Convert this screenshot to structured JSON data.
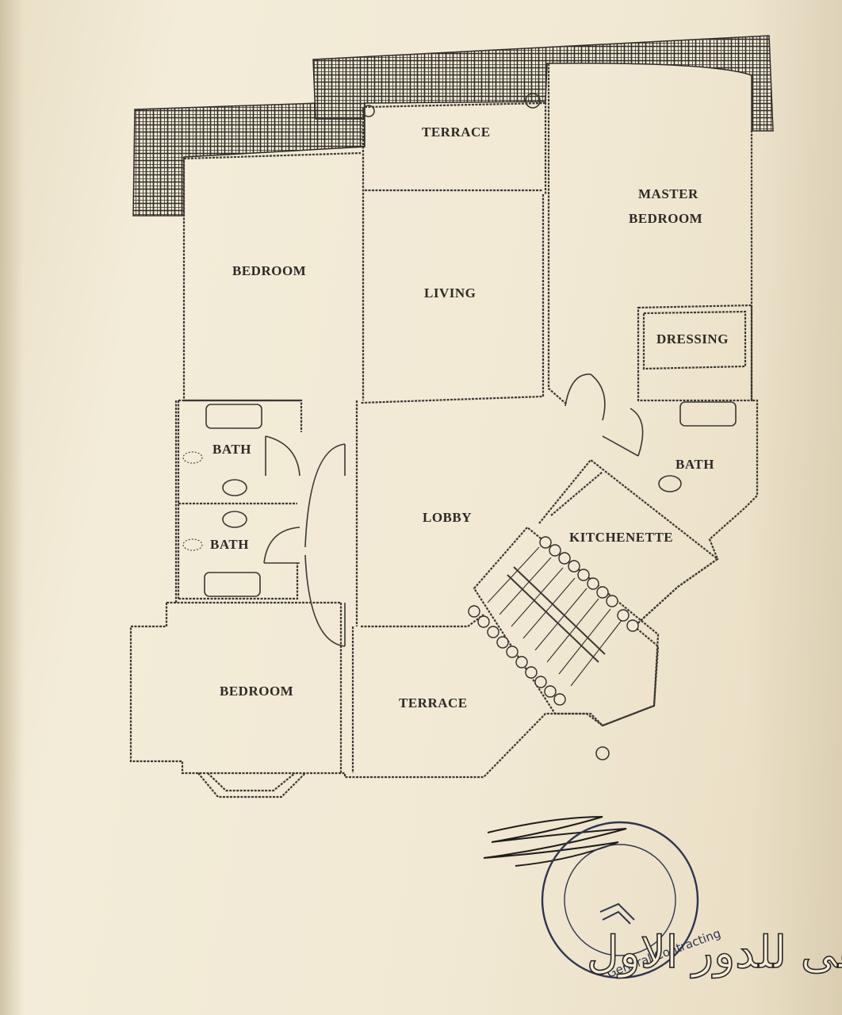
{
  "plan": {
    "rooms": {
      "terrace_top": "TERRACE",
      "master_bedroom_line1": "MASTER",
      "master_bedroom_line2": "BEDROOM",
      "bedroom_top": "BEDROOM",
      "living": "LIVING",
      "dressing": "DRESSING",
      "bath_upper": "BATH",
      "bath_lower": "BATH",
      "bath_right": "BATH",
      "lobby": "LOBBY",
      "kitchenette": "KITCHENETTE",
      "bedroom_bottom": "BEDROOM",
      "terrace_bottom": "TERRACE"
    },
    "caption": "مسقط افقى للدور الاول"
  },
  "stamp": {
    "ring_text": "General Contracting",
    "colors": {
      "ink": "#2d3550",
      "lines": "#3a3833"
    }
  }
}
